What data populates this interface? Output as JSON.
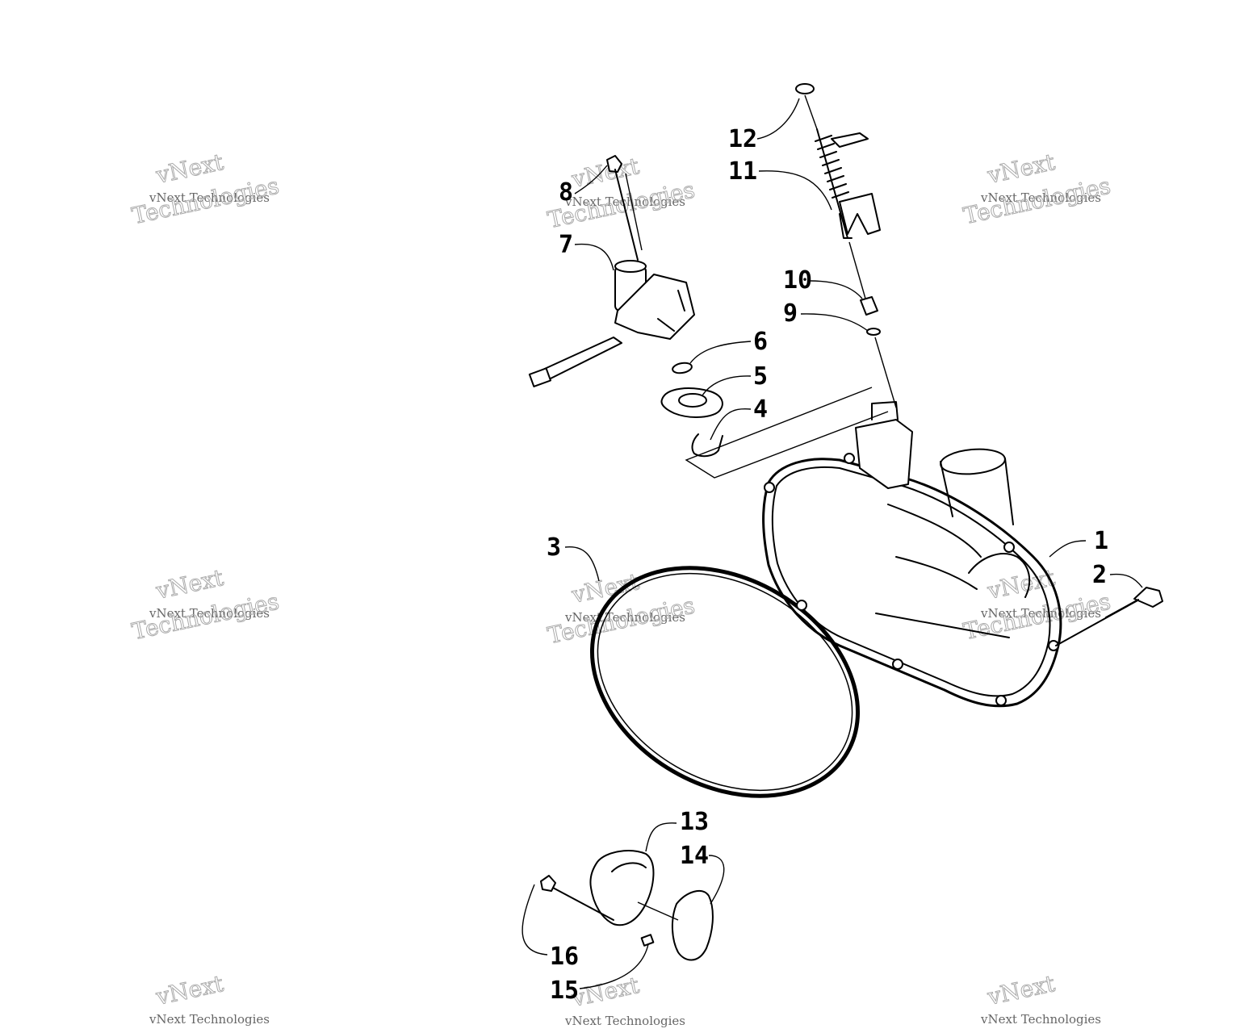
{
  "watermark": {
    "line1": "vNext Technologies",
    "line2": "vNext",
    "line3": "Technologies"
  },
  "callouts": [
    {
      "id": "1",
      "label": "1"
    },
    {
      "id": "2",
      "label": "2"
    },
    {
      "id": "3",
      "label": "3"
    },
    {
      "id": "4",
      "label": "4"
    },
    {
      "id": "5",
      "label": "5"
    },
    {
      "id": "6",
      "label": "6"
    },
    {
      "id": "7",
      "label": "7"
    },
    {
      "id": "8",
      "label": "8"
    },
    {
      "id": "9",
      "label": "9"
    },
    {
      "id": "10",
      "label": "10"
    },
    {
      "id": "11",
      "label": "11"
    },
    {
      "id": "12",
      "label": "12"
    },
    {
      "id": "13",
      "label": "13"
    },
    {
      "id": "14",
      "label": "14"
    },
    {
      "id": "15",
      "label": "15"
    },
    {
      "id": "16",
      "label": "16"
    }
  ]
}
